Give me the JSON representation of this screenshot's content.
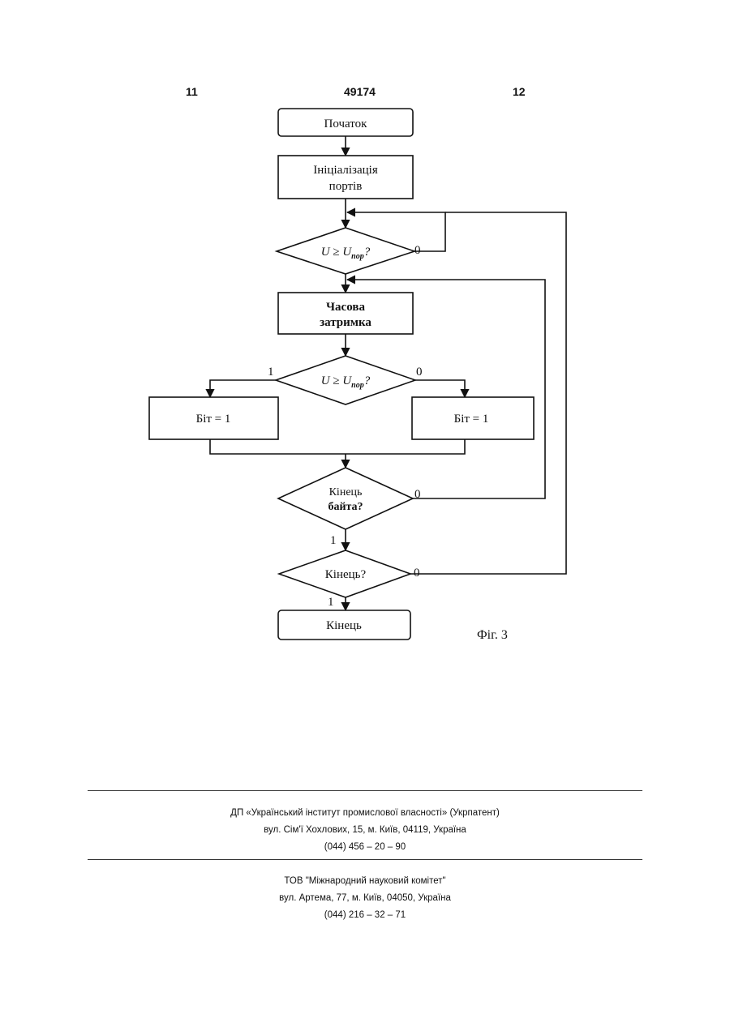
{
  "header": {
    "page_left": "11",
    "patent_number": "49174",
    "page_right": "12"
  },
  "flowchart": {
    "start": "Початок",
    "init_line1": "Ініціалізація",
    "init_line2": "портів",
    "decision1": "U ≥ U",
    "decision1_sub": "пор",
    "decision1_q": "?",
    "decision1_no": "0",
    "delay_line1": "Часова",
    "delay_line2": "затримка",
    "decision2": "U ≥ U",
    "decision2_sub": "пор",
    "decision2_q": "?",
    "decision2_yes": "1",
    "decision2_no": "0",
    "bit_left": "Біт = 1",
    "bit_right": "Біт = 1",
    "decision3_line1": "Кінець",
    "decision3_line2": "байта?",
    "decision3_no": "0",
    "decision3_yes": "1",
    "decision4": "Кінець?",
    "decision4_no": "0",
    "decision4_yes": "1",
    "end": "Кінець",
    "figure_label": "Фіг. 3"
  },
  "footer": {
    "org1_line1": "ДП «Український інститут промислової власності» (Укрпатент)",
    "org1_line2": "вул. Сім'ї Хохлових, 15, м. Київ, 04119, Україна",
    "org1_line3": "(044) 456 – 20 – 90",
    "org2_line1": "ТОВ \"Міжнародний науковий комітет\"",
    "org2_line2": "вул. Артема, 77, м. Київ, 04050, Україна",
    "org2_line3": "(044) 216 – 32 – 71"
  }
}
